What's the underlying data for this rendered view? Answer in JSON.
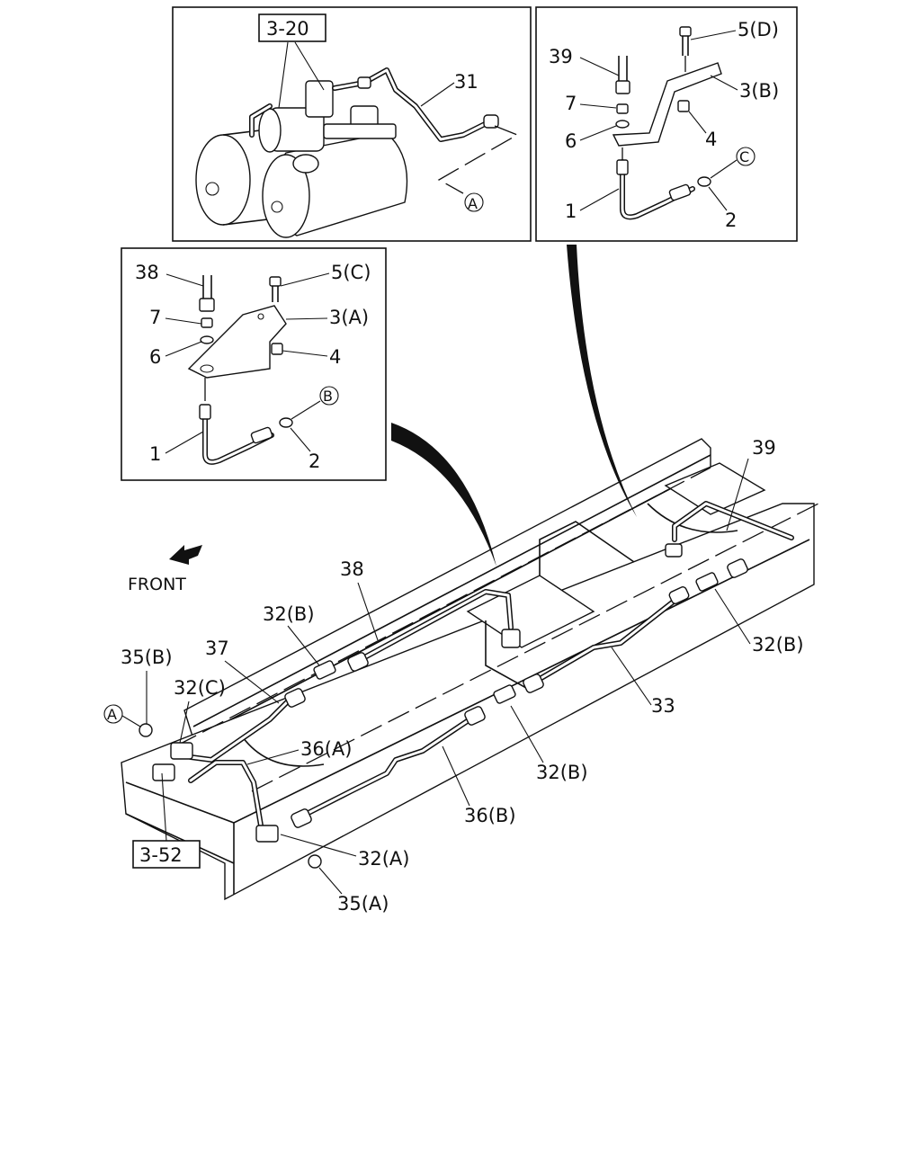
{
  "refs": {
    "ref_3_20": "3-20",
    "ref_3_52": "3-52"
  },
  "direction": {
    "front": "FRONT"
  },
  "connectors": {
    "a": "A",
    "b": "B",
    "c": "C"
  },
  "top_left_panel": {
    "p31": "31"
  },
  "top_right_panel": {
    "p39": "39",
    "p5d": "5(D)",
    "p7": "7",
    "p3b": "3(B)",
    "p6": "6",
    "p4": "4",
    "p1": "1",
    "p2": "2"
  },
  "middle_panel": {
    "p38": "38",
    "p5c": "5(C)",
    "p7": "7",
    "p3a": "3(A)",
    "p6": "6",
    "p4": "4",
    "p1": "1",
    "p2": "2"
  },
  "main": {
    "p39": "39",
    "p38": "38",
    "p32b_1": "32(B)",
    "p37": "37",
    "p35b": "35(B)",
    "p32c": "32(C)",
    "p36a": "36(A)",
    "p32b_2": "32(B)",
    "p33": "33",
    "p32b_3": "32(B)",
    "p36b": "36(B)",
    "p32a": "32(A)",
    "p35a": "35(A)"
  }
}
